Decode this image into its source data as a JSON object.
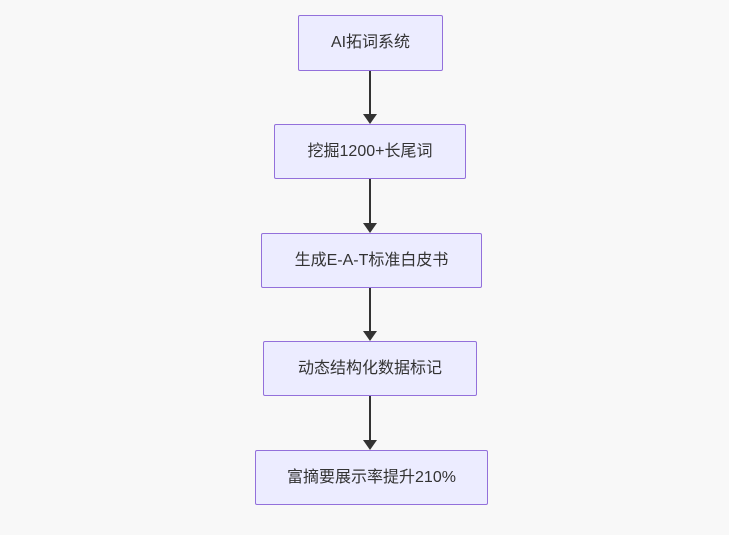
{
  "flowchart": {
    "type": "vertical-flowchart",
    "direction": "top-down",
    "nodes": [
      {
        "id": "node-1",
        "label": "AI拓词系统"
      },
      {
        "id": "node-2",
        "label": "挖掘1200+长尾词"
      },
      {
        "id": "node-3",
        "label": "生成E-A-T标准白皮书"
      },
      {
        "id": "node-4",
        "label": "动态结构化数据标记"
      },
      {
        "id": "node-5",
        "label": "富摘要展示率提升210%"
      }
    ],
    "edges": [
      {
        "from": "node-1",
        "to": "node-2"
      },
      {
        "from": "node-2",
        "to": "node-3"
      },
      {
        "from": "node-3",
        "to": "node-4"
      },
      {
        "from": "node-4",
        "to": "node-5"
      }
    ],
    "colors": {
      "node_fill": "#ECECFF",
      "node_border": "#9370DB",
      "text": "#333333",
      "arrow": "#333333",
      "background": "#f8f8f8"
    }
  }
}
